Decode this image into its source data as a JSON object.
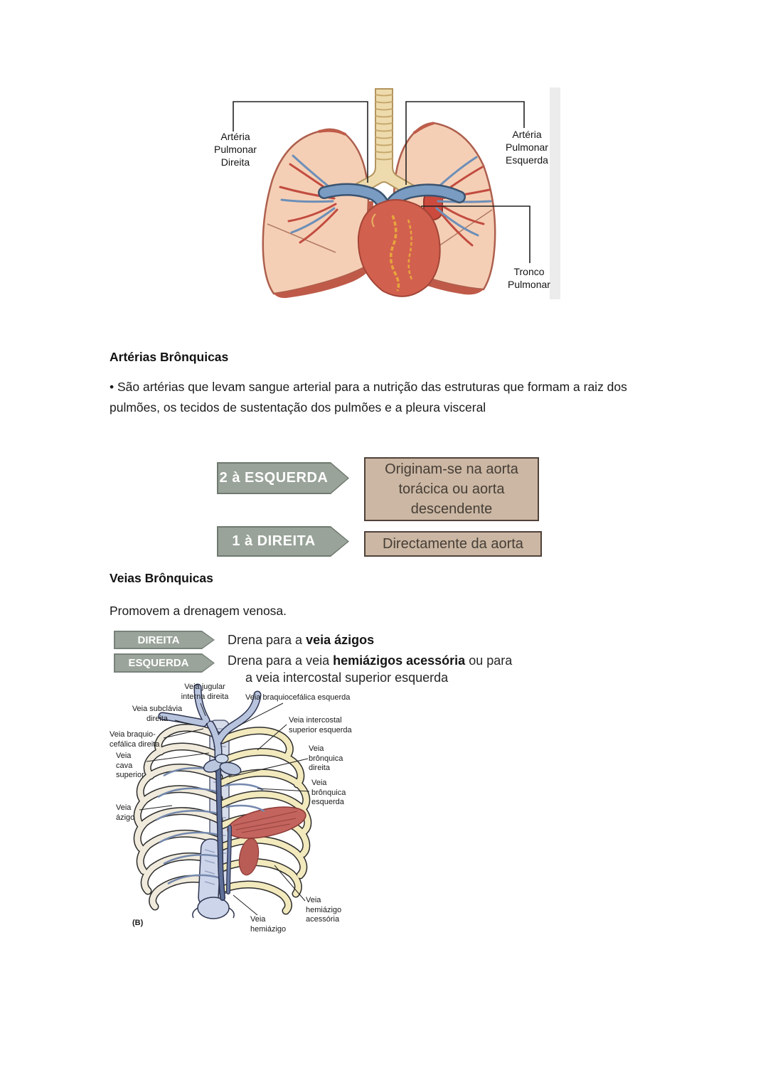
{
  "figure_top": {
    "labels": {
      "arteria_direita": "Artéria\nPulmonar\nDireita",
      "arteria_esquerda": "Artéria\nPulmonar\nEsquerda",
      "tronco": "Tronco\nPulmonar"
    }
  },
  "arterias": {
    "heading": "Artérias Brônquicas",
    "bullet": "• São artérias que levam sangue arterial para a nutrição das estruturas que formam a raiz dos pulmões, os tecidos de sustentação dos pulmões e a pleura visceral"
  },
  "diagram_origem": {
    "arrow_esquerda": "2 à ESQUERDA",
    "box_esquerda": "Originam-se na aorta torácica ou aorta descendente",
    "arrow_direita": "1 à DIREITA",
    "box_direita": "Directamente da aorta",
    "colors": {
      "arrow_fill": "#99a399",
      "box_fill": "#cbb7a3",
      "box_border": "#50423a"
    }
  },
  "veias": {
    "heading": "Veias Brônquicas",
    "intro": "Promovem a drenagem venosa."
  },
  "diagram_drenagem": {
    "arrow_direita": "DIREITA",
    "arrow_esquerda": "ESQUERDA",
    "direita_prefix": "Drena para a ",
    "direita_bold": "veia ázigos",
    "esquerda_prefix": "Drena para a veia ",
    "esquerda_bold": "hemiázigos acessória",
    "esquerda_suffix": " ou para",
    "esquerda_line2": "a veia intercostal superior esquerda"
  },
  "figure_bottom": {
    "labels": {
      "jugular": "Veia jugular\ninterna direita",
      "braquiocefalica_esquerda": "Veia braquiocefálica esquerda",
      "subclavia": "Veia subclávia\ndireita",
      "braquiocefalica_direita": "Veia braquio-\ncefálica direita",
      "intercostal": "Veia intercostal\nsuperior esquerda",
      "cava_superior": "Veia\ncava\nsuperior",
      "bronquica_direita": "Veia\nbrônquica\ndireita",
      "bronquica_esquerda": "Veia\nbrônquica\nesquerda",
      "azigo": "Veia\názigo",
      "hemiazigo_acessoria": "Veia\nhemiázigo\nacessória",
      "hemiazigo": "Veia\nhemiázigo",
      "panel": "(B)"
    }
  }
}
